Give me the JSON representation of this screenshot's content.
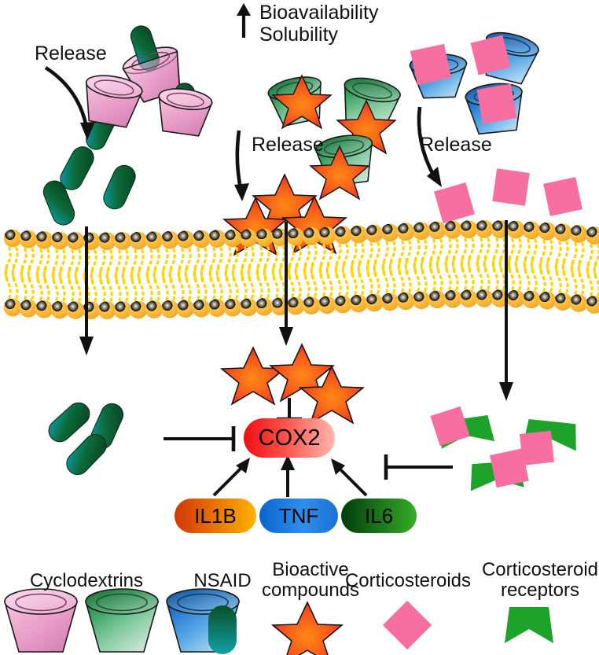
{
  "figure": {
    "title_annotation": {
      "line1": "Bioavailability",
      "line2": "Solubility",
      "arrow": "up-arrow"
    },
    "release_labels": [
      {
        "id": "release-left",
        "text": "Release"
      },
      {
        "id": "release-center",
        "text": "Release"
      },
      {
        "id": "release-right",
        "text": "Release"
      }
    ]
  },
  "pathway": {
    "target": {
      "label": "COX2",
      "shape": "rounded-pill",
      "color_start": "#f01414",
      "color_end": "#ffb0a8"
    },
    "cytokines": [
      {
        "label": "IL1B",
        "color_start": "#d8350a",
        "color_end": "#ffb400",
        "relation": "activates"
      },
      {
        "label": "TNF",
        "color_start": "#0b64d2",
        "color_end": "#3fa2f0",
        "relation": "activates"
      },
      {
        "label": "IL6",
        "color_start": "#034d12",
        "color_end": "#3ab430",
        "relation": "activates"
      }
    ],
    "inhibitors": [
      {
        "source": "NSAID",
        "relation": "inhibits",
        "side": "left"
      },
      {
        "source": "Bioactive compounds",
        "relation": "inhibits",
        "side": "top"
      },
      {
        "source": "Corticosteroid receptors",
        "relation": "inhibits",
        "side": "right"
      }
    ]
  },
  "membrane": {
    "name": "lipid-bilayer",
    "head_color": "#f5a623",
    "head_highlight": "#ffe2a0",
    "tail_color": "#ffd200"
  },
  "carriers": [
    {
      "id": "cyclodextrin-pink",
      "color_start": "#f4aed2",
      "color_end": "#d774ad",
      "cargo": "NSAID"
    },
    {
      "id": "cyclodextrin-green",
      "color_start": "#0f8a3c",
      "color_end": "#cfe8d8",
      "cargo": "Bioactive compounds"
    },
    {
      "id": "cyclodextrin-blue",
      "color_start": "#0b63c4",
      "color_end": "#bcdcf6",
      "cargo": "Corticosteroids"
    }
  ],
  "legend": {
    "items": [
      {
        "label": "Cyclodextrins",
        "icon": "cyclodextrin-cone-trio"
      },
      {
        "label": "NSAID",
        "icon": "capsule-icon"
      },
      {
        "label": "Bioactive\ncompounds",
        "icon": "star-icon"
      },
      {
        "label": "Corticosteroids",
        "icon": "diamond-icon"
      },
      {
        "label": "Corticosteroid\nreceptors",
        "icon": "receptor-chevron-icon"
      }
    ]
  },
  "colors": {
    "nsaid_dark": "#0c4f2b",
    "nsaid_teal": "#12a0a8",
    "star_outer": "#e8242a",
    "star_inner": "#ff7a14",
    "corticosteroid": "#f76ea0",
    "receptor_green": "#1da32a",
    "stroke": "#111111"
  }
}
